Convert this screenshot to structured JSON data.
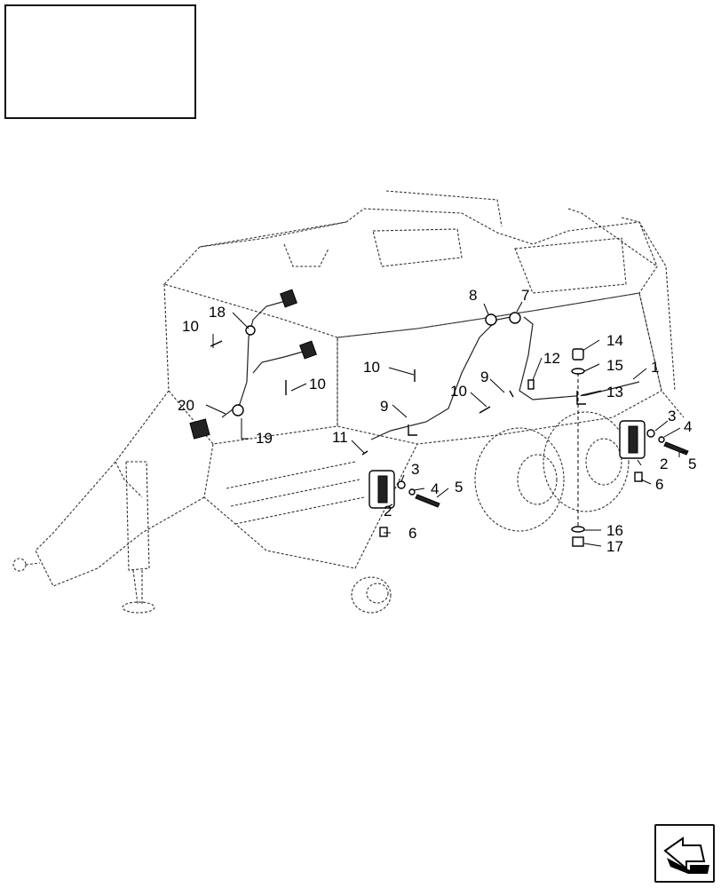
{
  "callouts": [
    {
      "id": "c1",
      "text": "1"
    },
    {
      "id": "c2a",
      "text": "2"
    },
    {
      "id": "c2b",
      "text": "2"
    },
    {
      "id": "c3a",
      "text": "3"
    },
    {
      "id": "c3b",
      "text": "3"
    },
    {
      "id": "c4a",
      "text": "4"
    },
    {
      "id": "c4b",
      "text": "4"
    },
    {
      "id": "c5a",
      "text": "5"
    },
    {
      "id": "c5b",
      "text": "5"
    },
    {
      "id": "c6a",
      "text": "6"
    },
    {
      "id": "c6b",
      "text": "6"
    },
    {
      "id": "c7",
      "text": "7"
    },
    {
      "id": "c8",
      "text": "8"
    },
    {
      "id": "c9a",
      "text": "9"
    },
    {
      "id": "c9b",
      "text": "9"
    },
    {
      "id": "c10a",
      "text": "10"
    },
    {
      "id": "c10b",
      "text": "10"
    },
    {
      "id": "c10c",
      "text": "10"
    },
    {
      "id": "c10d",
      "text": "10"
    },
    {
      "id": "c11",
      "text": "11"
    },
    {
      "id": "c12",
      "text": "12"
    },
    {
      "id": "c13",
      "text": "13"
    },
    {
      "id": "c14",
      "text": "14"
    },
    {
      "id": "c15",
      "text": "15"
    },
    {
      "id": "c16",
      "text": "16"
    },
    {
      "id": "c17",
      "text": "17"
    },
    {
      "id": "c18",
      "text": "18"
    },
    {
      "id": "c19",
      "text": "19"
    },
    {
      "id": "c20",
      "text": "20"
    }
  ],
  "icons": {
    "nav": "next-page-arrow-icon"
  }
}
